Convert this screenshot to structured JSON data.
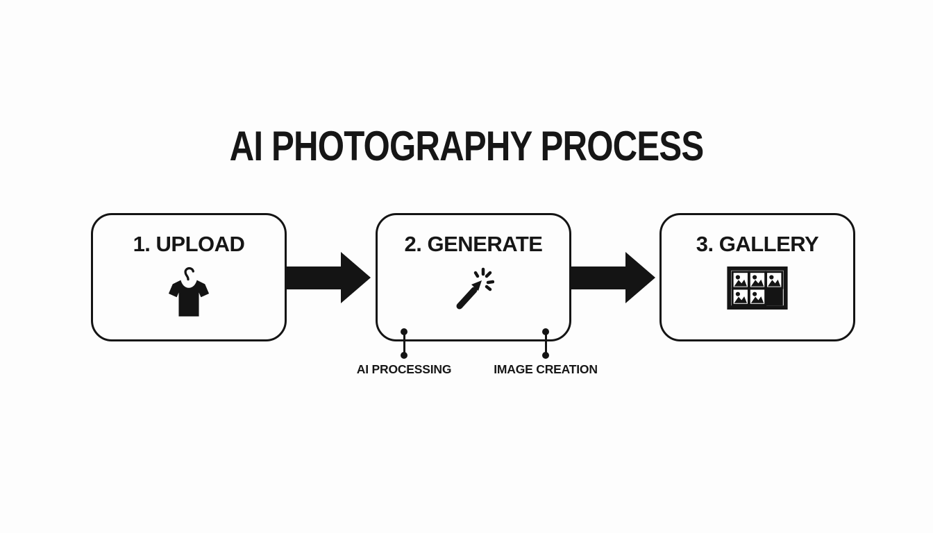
{
  "title": "AI PHOTOGRAPHY PROCESS",
  "colors": {
    "ink": "#161616",
    "background": "#fdfdfd"
  },
  "steps": [
    {
      "label": "1. UPLOAD",
      "icon": "tshirt-hanger-icon"
    },
    {
      "label": "2. GENERATE",
      "icon": "magic-wand-icon"
    },
    {
      "label": "3. GALLERY",
      "icon": "gallery-grid-icon"
    }
  ],
  "arrows": [
    {
      "from": "1. UPLOAD",
      "to": "2. GENERATE"
    },
    {
      "from": "2. GENERATE",
      "to": "3. GALLERY"
    }
  ],
  "annotations": [
    {
      "label": "AI PROCESSING",
      "attached_to": "2. GENERATE"
    },
    {
      "label": "IMAGE CREATION",
      "attached_to": "2. GENERATE"
    }
  ]
}
